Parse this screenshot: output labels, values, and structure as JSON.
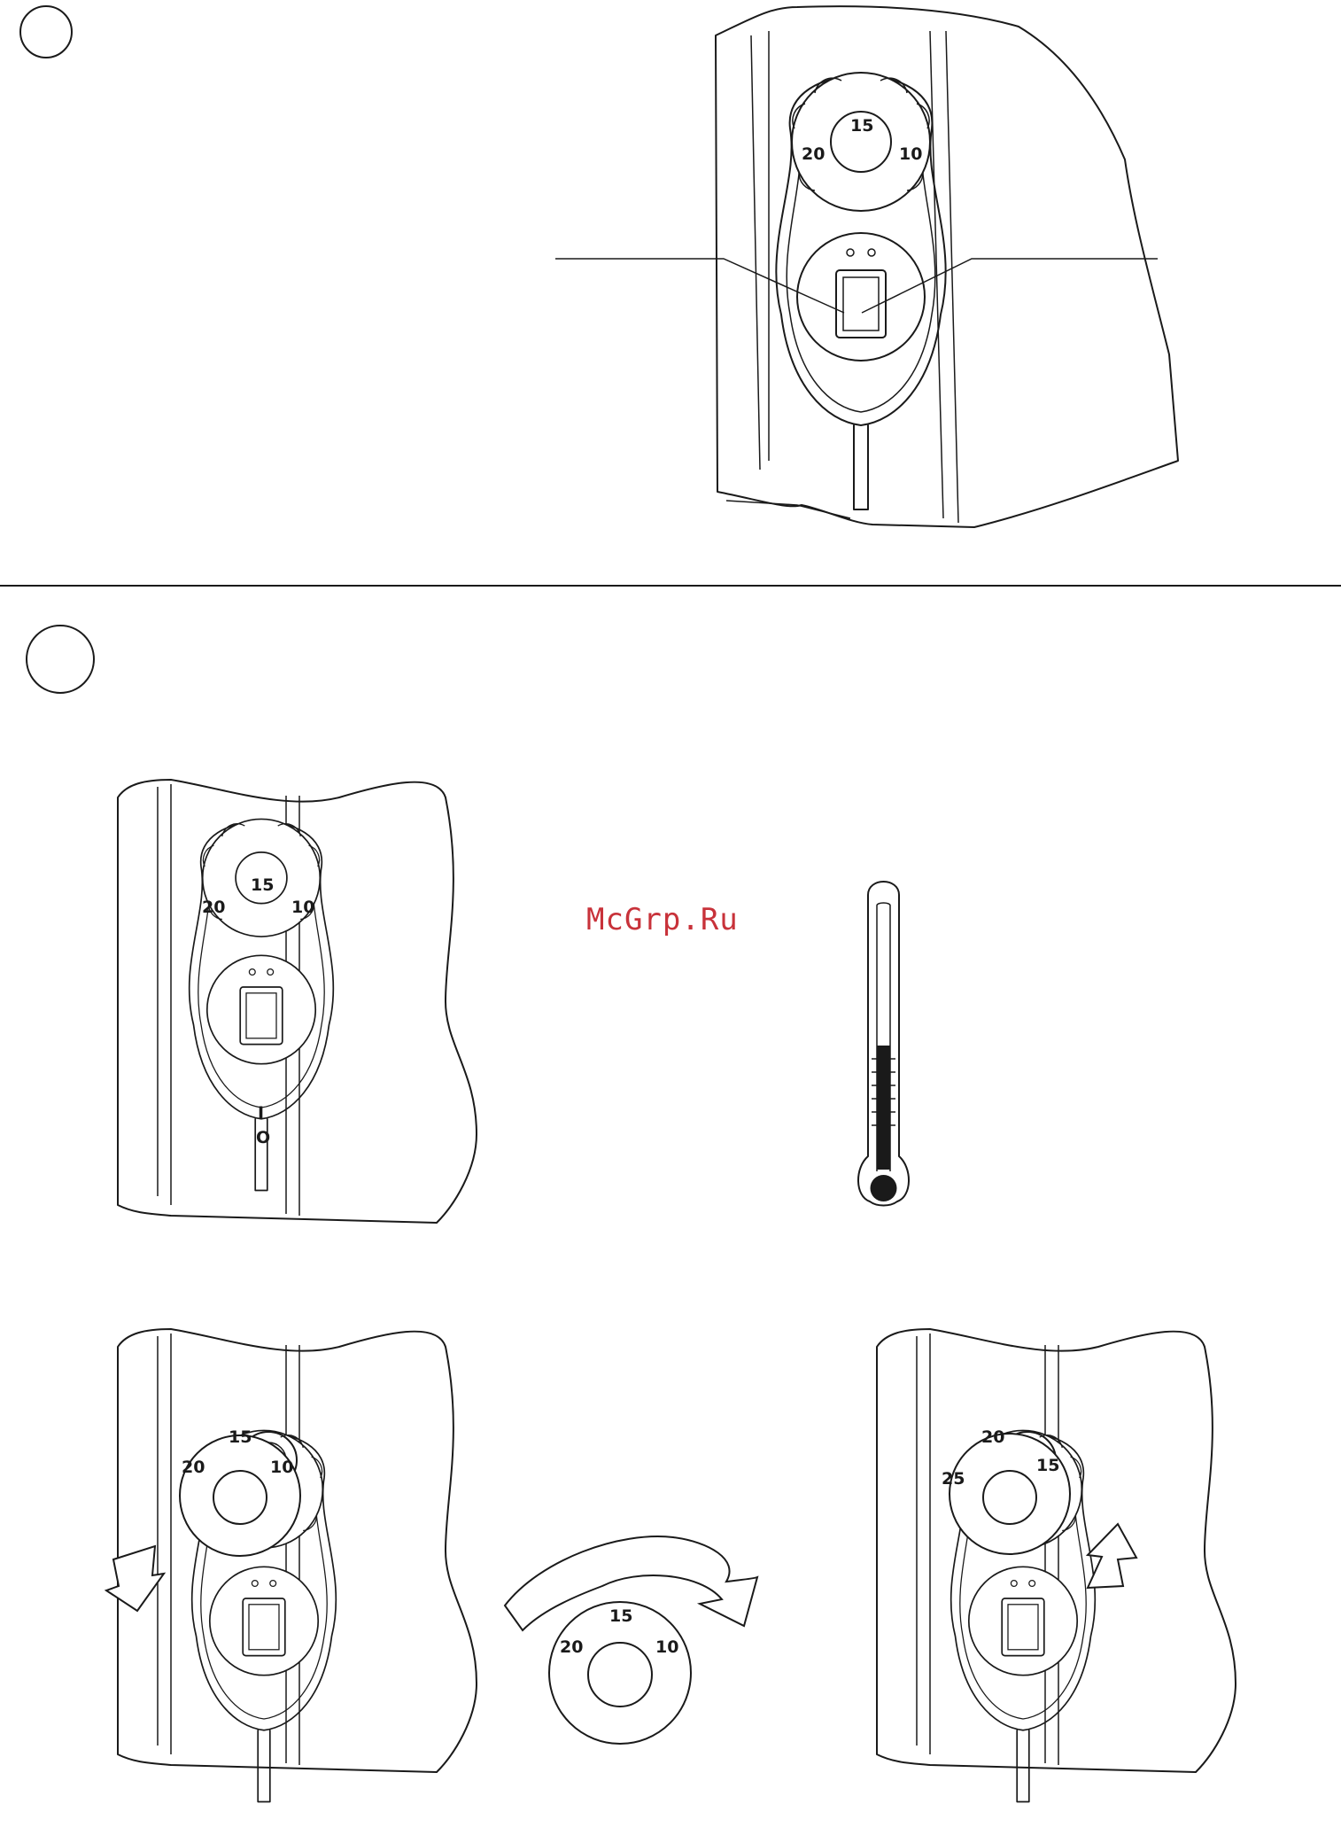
{
  "watermark": "McGrp.Ru",
  "dial": {
    "top_label": "15",
    "left_label": "20",
    "right_label": "10",
    "alt_label": "25"
  },
  "switch": {
    "on_mark": "I",
    "off_mark": "O"
  },
  "icons": [
    "step-circle-icon",
    "thermometer-icon",
    "rotate-arrow-icon",
    "down-arrow-icon",
    "up-arrow-icon"
  ]
}
